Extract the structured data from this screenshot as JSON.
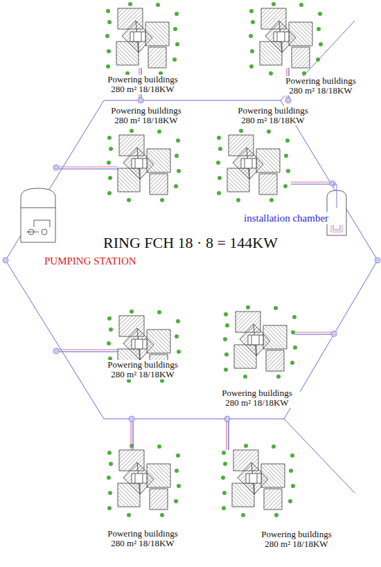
{
  "diagram": {
    "title": "RING FCH 18 · 8 = 144KW",
    "labels": [
      "Powering buildings 280 m² 18/18KW",
      "Powering buildings 280 m² 18/18KW",
      "Powering buildings 280 m² 18/18KW",
      "Powering buildings 280 m² 18/18KW",
      "installation chamber",
      "PUMPING STATION",
      "Powering buildings 280 m² 18/18KW",
      "Powering buildings 280 m² 18/18KW",
      "Powering buildings 280 m² 18/18KW",
      "Powering buildings 280 m² 18/18KW"
    ]
  }
}
